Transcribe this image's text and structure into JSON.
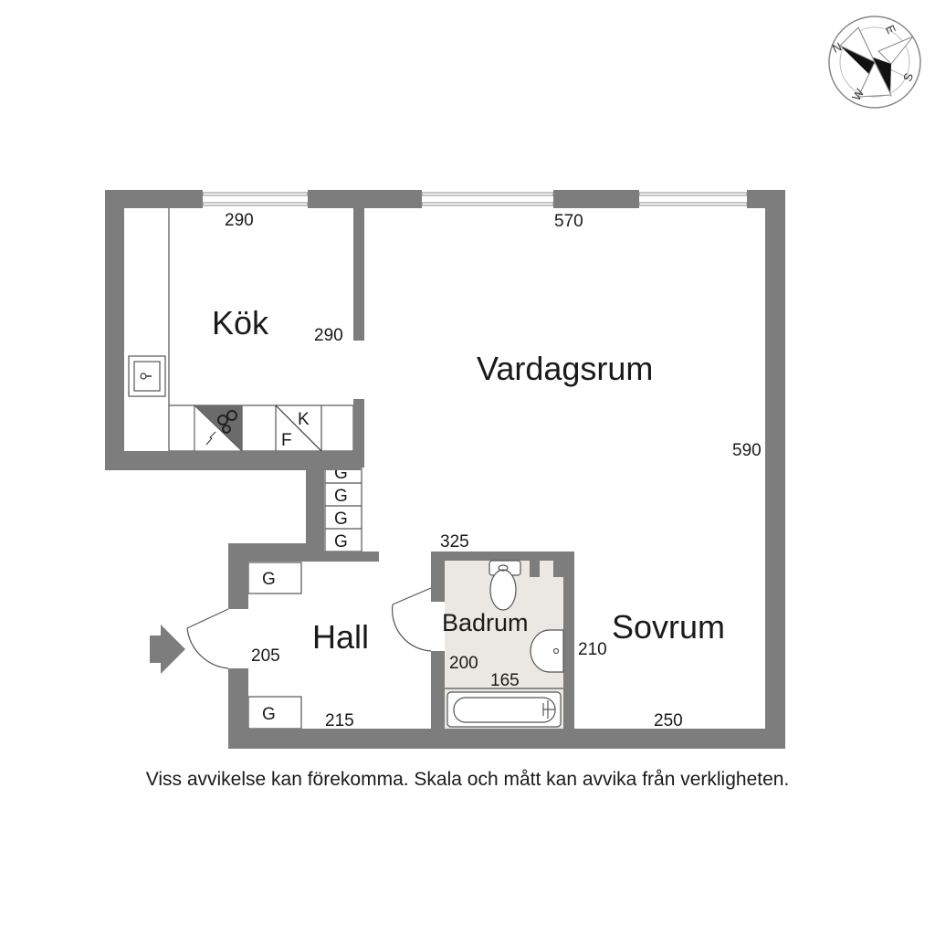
{
  "rooms": {
    "kok": "Kök",
    "vardagsrum": "Vardagsrum",
    "hall": "Hall",
    "badrum": "Badrum",
    "sovrum": "Sovrum"
  },
  "dimensions": {
    "kok_width": "290",
    "kok_depth": "290",
    "vardagsrum_width": "570",
    "vardagsrum_depth": "590",
    "badrum_width": "325",
    "hall_depth": "205",
    "badrum_depth": "200",
    "badrum_inner_width": "165",
    "sovrum_depth": "210",
    "hall_width": "215",
    "sovrum_width": "250"
  },
  "markers": {
    "wardrobe": "G",
    "fridge": "K",
    "freezer": "F"
  },
  "compass": {
    "north": "N",
    "east": "E",
    "south": "S",
    "west": "W"
  },
  "disclaimer": "Viss avvikelse kan förekomma. Skala och mått kan avvika från verkligheten.",
  "colors": {
    "wall": "#7d7d7d",
    "bathroom_floor": "#ebe7e2",
    "window_frame": "#9a9a9a"
  }
}
